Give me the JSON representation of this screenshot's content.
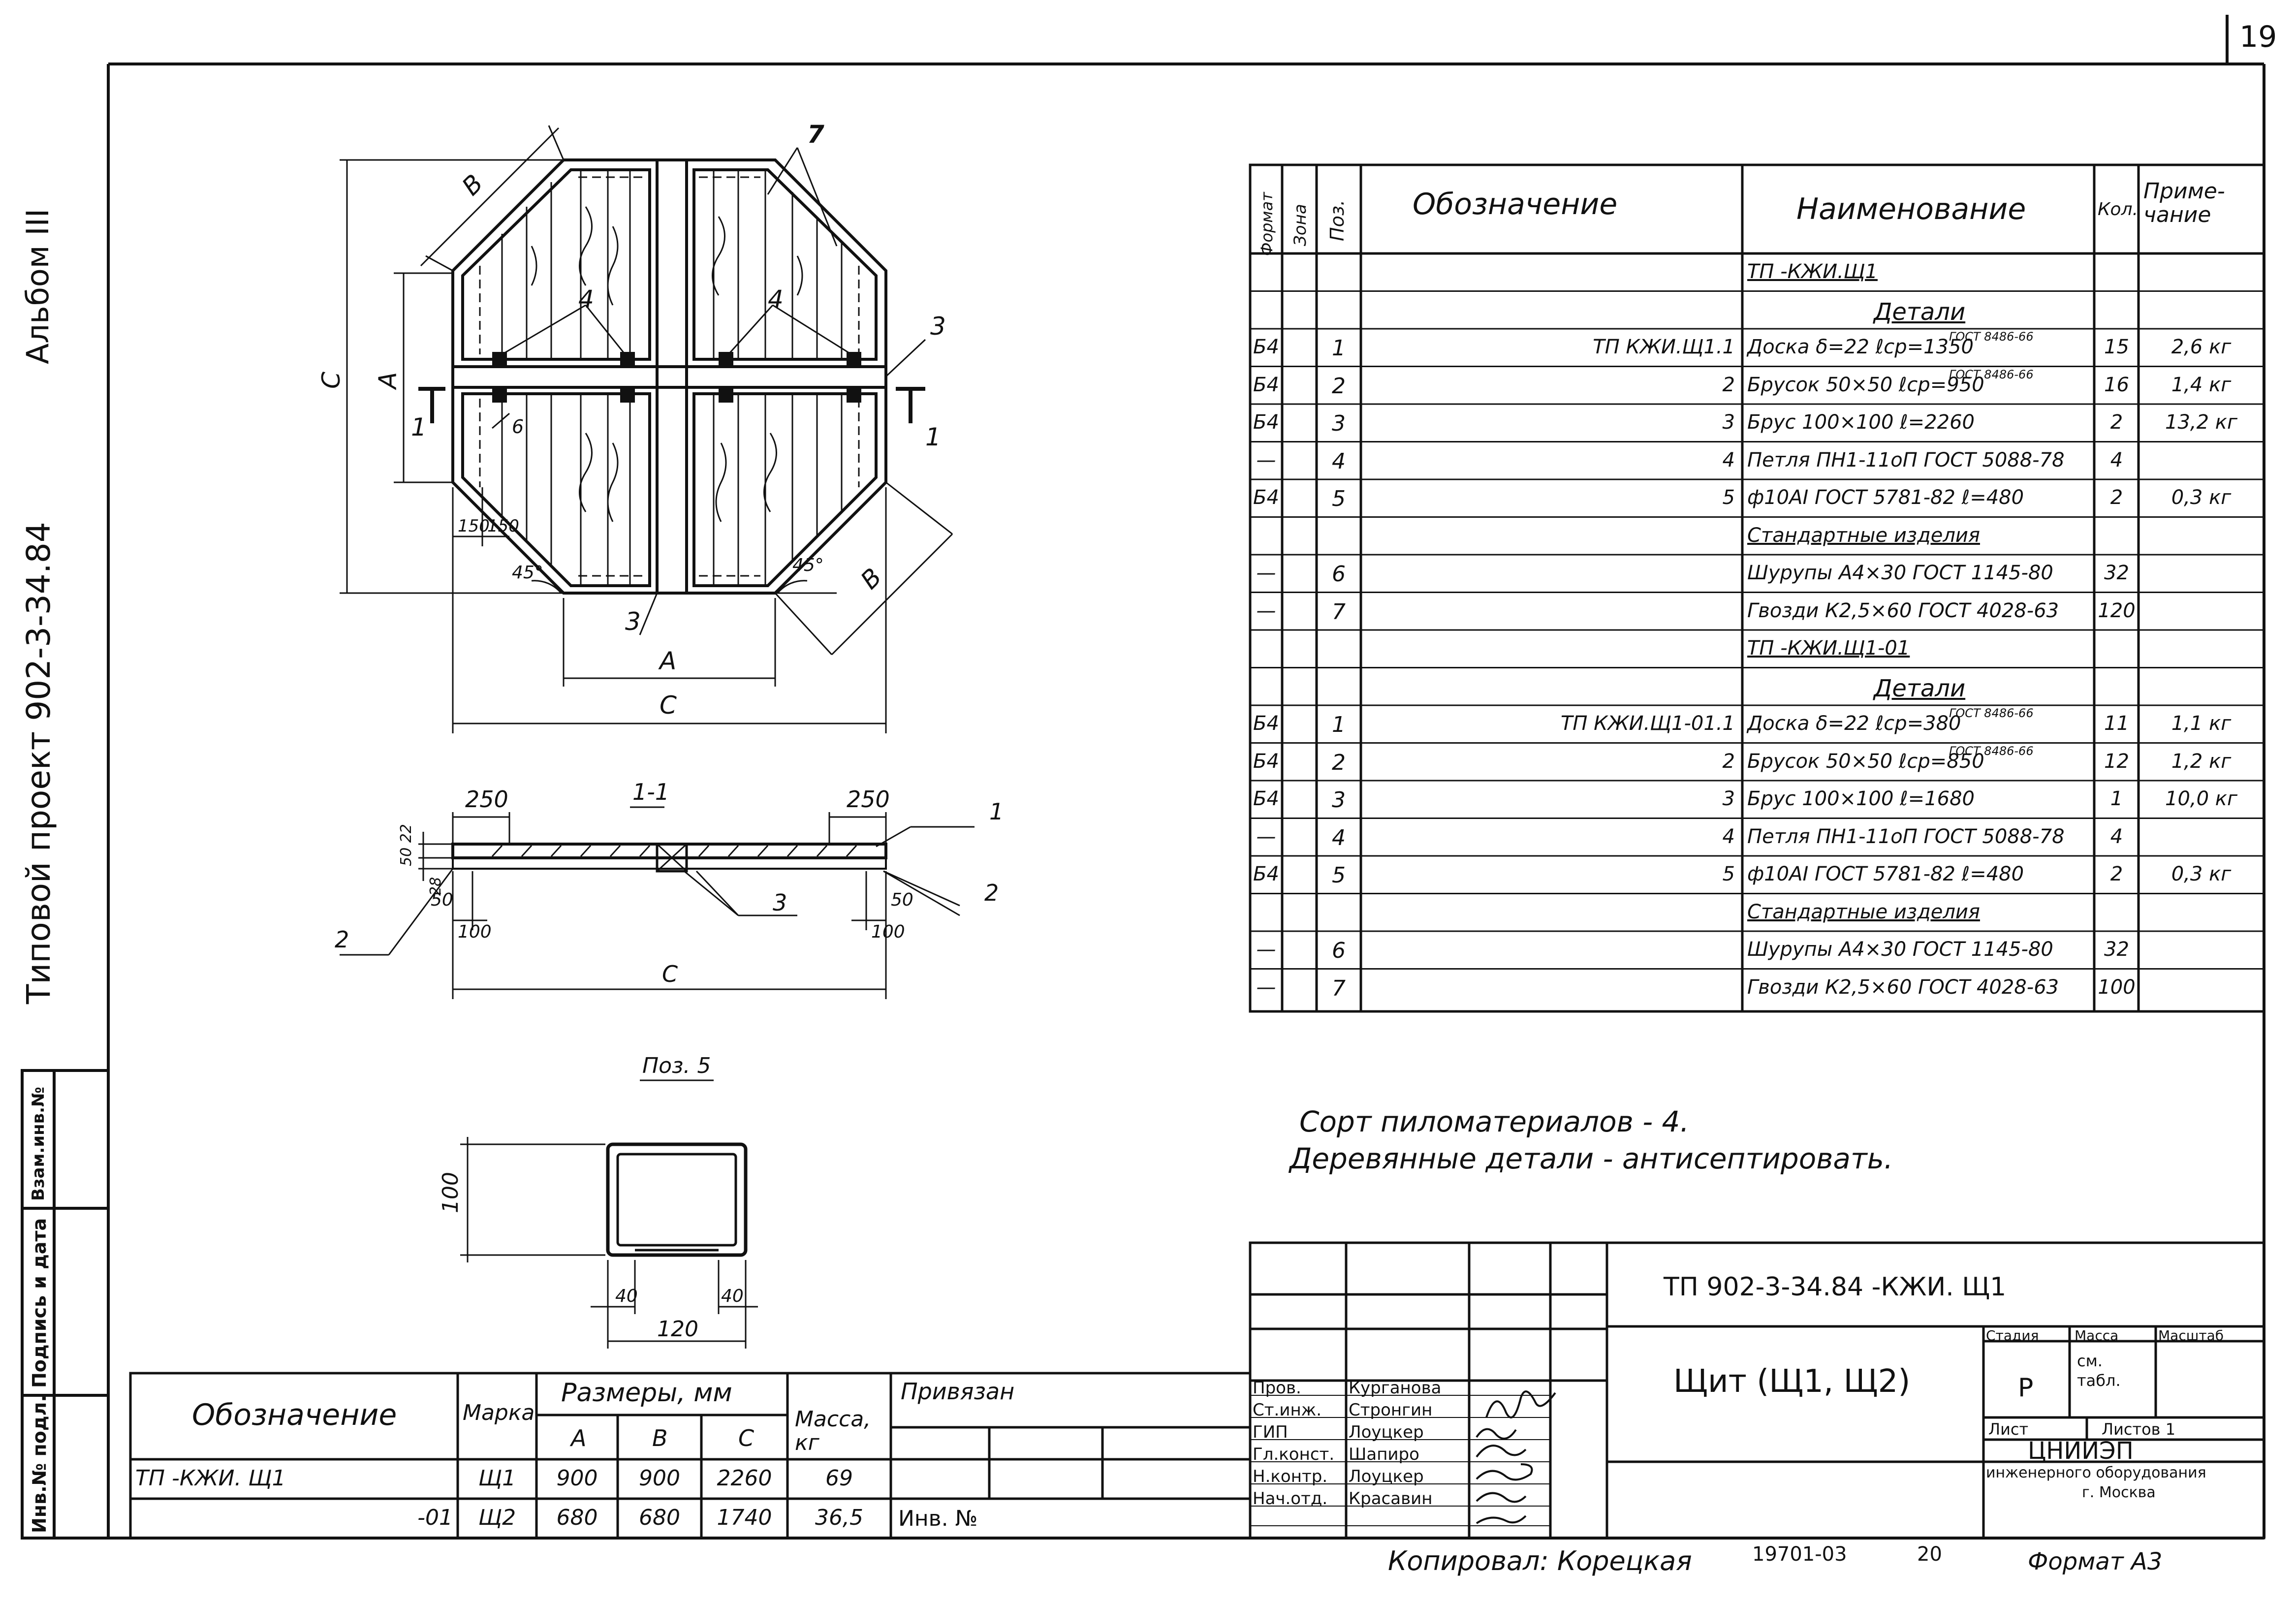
{
  "sheet": {
    "page_number": "19",
    "album": "Альбом III",
    "project": "Типовой проект 902-3-34.84",
    "copied_by": "Копировал: Корецкая",
    "archive_no": "19701-03",
    "code_20": "20",
    "format": "Формат А3"
  },
  "side_stamp": [
    "Инв.№ подл.",
    "Подпись и дата",
    "Взам.инв.№"
  ],
  "plan_view": {
    "labels": {
      "B_top": "В",
      "A_left": "А",
      "C_left": "С",
      "pos7": "7",
      "pos4a": "4",
      "pos4b": "4",
      "pos3_right": "3",
      "pos6": "6",
      "section_left": "1",
      "section_right": "1",
      "dim150a": "150",
      "dim150b": "150",
      "angle_left": "45°",
      "angle_right": "45°",
      "B_right": "В",
      "pos3_bottom": "3",
      "A_bottom": "А",
      "C_bottom": "С"
    }
  },
  "section_view": {
    "title": "1-1",
    "labels": {
      "d250_left": "250",
      "d250_right": "250",
      "d50_22": "50 22",
      "d28": "28",
      "d50_left": "50",
      "d100_left": "100",
      "d50_right": "50",
      "d100_right": "100",
      "pos1": "1",
      "pos2_left": "2",
      "pos2_right": "2",
      "pos3": "3",
      "C": "С"
    }
  },
  "detail_pos5": {
    "title": "Поз. 5",
    "labels": {
      "h100": "100",
      "d40a": "40",
      "d40b": "40",
      "w120": "120"
    }
  },
  "spec_table": {
    "headers": [
      "Формат",
      "Зона",
      "Поз.",
      "Обозначение",
      "Наименование",
      "Кол.",
      "Приме-чание"
    ],
    "rows": [
      {
        "fmt": "",
        "pos": "",
        "oboz": "",
        "name": "ТП           -КЖИ.Щ1",
        "qty": "",
        "note": "",
        "style": "underlined"
      },
      {
        "fmt": "",
        "pos": "",
        "oboz": "",
        "name": "Детали",
        "qty": "",
        "note": "",
        "style": "centered"
      },
      {
        "fmt": "Б4",
        "pos": "1",
        "oboz": "ТП                   КЖИ.Щ1.1",
        "name": "Доска δ=22  ℓср=1350",
        "sup": "ГОСТ 8486-66",
        "qty": "15",
        "note": "2,6 кг"
      },
      {
        "fmt": "Б4",
        "pos": "2",
        "oboz": "2",
        "name": "Брусок 50×50  ℓср=950",
        "sup": "ГОСТ 8486-66",
        "qty": "16",
        "note": "1,4 кг"
      },
      {
        "fmt": "Б4",
        "pos": "3",
        "oboz": "3",
        "name": "Брус 100×100   ℓ=2260",
        "qty": "2",
        "note": "13,2 кг"
      },
      {
        "fmt": "—",
        "pos": "4",
        "oboz": "4",
        "name": "Петля ПН1-11оП ГОСТ 5088-78",
        "qty": "4",
        "note": ""
      },
      {
        "fmt": "Б4",
        "pos": "5",
        "oboz": "5",
        "name": "ф10АI ГОСТ 5781-82  ℓ=480",
        "qty": "2",
        "note": "0,3 кг"
      },
      {
        "fmt": "",
        "pos": "",
        "oboz": "",
        "name": "Стандартные изделия",
        "qty": "",
        "note": "",
        "style": "underlined"
      },
      {
        "fmt": "—",
        "pos": "6",
        "oboz": "",
        "name": "Шурупы А4×30 ГОСТ 1145-80",
        "qty": "32",
        "note": ""
      },
      {
        "fmt": "—",
        "pos": "7",
        "oboz": "",
        "name": "Гвозди К2,5×60 ГОСТ 4028-63",
        "qty": "120",
        "note": ""
      },
      {
        "fmt": "",
        "pos": "",
        "oboz": "",
        "name": "ТП          -КЖИ.Щ1-01",
        "qty": "",
        "note": "",
        "style": "underlined"
      },
      {
        "fmt": "",
        "pos": "",
        "oboz": "",
        "name": "Детали",
        "qty": "",
        "note": "",
        "style": "centered"
      },
      {
        "fmt": "Б4",
        "pos": "1",
        "oboz": "ТП                КЖИ.Щ1-01.1",
        "name": "Доска δ=22  ℓср=380",
        "sup": "ГОСТ 8486-66",
        "qty": "11",
        "note": "1,1 кг"
      },
      {
        "fmt": "Б4",
        "pos": "2",
        "oboz": "2",
        "name": "Брусок 50×50  ℓср=850",
        "sup": "ГОСТ 8486-66",
        "qty": "12",
        "note": "1,2 кг"
      },
      {
        "fmt": "Б4",
        "pos": "3",
        "oboz": "3",
        "name": "Брус 100×100   ℓ=1680",
        "qty": "1",
        "note": "10,0 кг"
      },
      {
        "fmt": "—",
        "pos": "4",
        "oboz": "4",
        "name": "Петля ПН1-11оП ГОСТ 5088-78",
        "qty": "4",
        "note": ""
      },
      {
        "fmt": "Б4",
        "pos": "5",
        "oboz": "5",
        "name": "ф10АI ГОСТ 5781-82  ℓ=480",
        "qty": "2",
        "note": "0,3 кг"
      },
      {
        "fmt": "",
        "pos": "",
        "oboz": "",
        "name": "Стандартные изделия",
        "qty": "",
        "note": "",
        "style": "underlined"
      },
      {
        "fmt": "—",
        "pos": "6",
        "oboz": "",
        "name": "Шурупы А4×30 ГОСТ 1145-80",
        "qty": "32",
        "note": ""
      },
      {
        "fmt": "—",
        "pos": "7",
        "oboz": "",
        "name": "Гвозди К2,5×60 ГОСТ 4028-63",
        "qty": "100",
        "note": ""
      }
    ]
  },
  "notes": [
    "Сорт пиломатериалов - 4.",
    "Деревянные детали - антисептировать."
  ],
  "size_table": {
    "h_oboz": "Обозначение",
    "h_marka": "Марка",
    "h_razmery": "Размеры, мм",
    "h_A": "А",
    "h_B": "В",
    "h_C": "С",
    "h_massa": "Масса, кг",
    "rows": [
      {
        "oboz": "ТП            -КЖИ. Щ1",
        "marka": "Щ1",
        "A": "900",
        "B": "900",
        "C": "2260",
        "massa": "69"
      },
      {
        "oboz": "-01",
        "marka": "Щ2",
        "A": "680",
        "B": "680",
        "C": "1740",
        "massa": "36,5"
      }
    ]
  },
  "privyazan": {
    "label": "Привязан",
    "inv": "Инв. №"
  },
  "title_block": {
    "code": "ТП 902-3-34.84          -КЖИ. Щ1",
    "title": "Щит (Щ1, Щ2)",
    "stadiya_h": "Стадия",
    "massa_h": "Масса",
    "masshtab_h": "Масштаб",
    "stadiya": "Р",
    "massa": "см. табл.",
    "list": "Лист",
    "listov": "Листов 1",
    "org1": "ЦНИИЭП",
    "org2": "инженерного оборудования",
    "org3": "г. Москва",
    "staff": [
      {
        "role": "Пров.",
        "name": "Курганова"
      },
      {
        "role": "Ст.инж.",
        "name": "Стронгин"
      },
      {
        "role": "ГИП",
        "name": "Лоуцкер"
      },
      {
        "role": "Гл.конст.",
        "name": "Шапиро"
      },
      {
        "role": "Н.контр.",
        "name": "Лоуцкер"
      },
      {
        "role": "Нач.отд.",
        "name": "Красавин"
      }
    ]
  }
}
